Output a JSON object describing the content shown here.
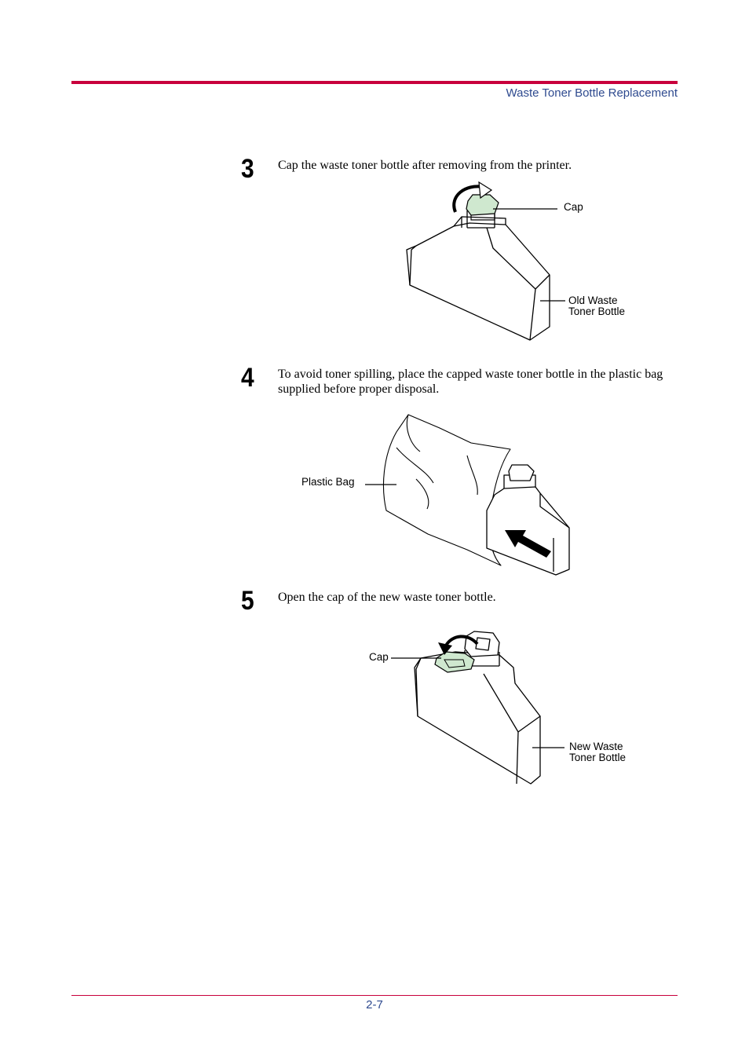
{
  "header": {
    "section_title": "Waste Toner Bottle Replacement"
  },
  "steps": [
    {
      "number": "3",
      "text": "Cap the waste toner bottle after removing from the printer.",
      "callouts": {
        "cap": "Cap",
        "bottle_line1": "Old Waste",
        "bottle_line2": "Toner Bottle"
      }
    },
    {
      "number": "4",
      "text": "To avoid toner spilling, place the capped waste toner bottle in the plastic bag supplied before proper disposal.",
      "callouts": {
        "bag": "Plastic Bag"
      }
    },
    {
      "number": "5",
      "text": "Open the cap of the new waste toner bottle.",
      "callouts": {
        "cap": "Cap",
        "bottle_line1": "New Waste",
        "bottle_line2": "Toner Bottle"
      }
    }
  ],
  "footer": {
    "page_number": "2-7"
  },
  "colors": {
    "accent_rule": "#c8003c",
    "header_text": "#2e4a8f",
    "cap_fill": "#cfe8cf"
  }
}
